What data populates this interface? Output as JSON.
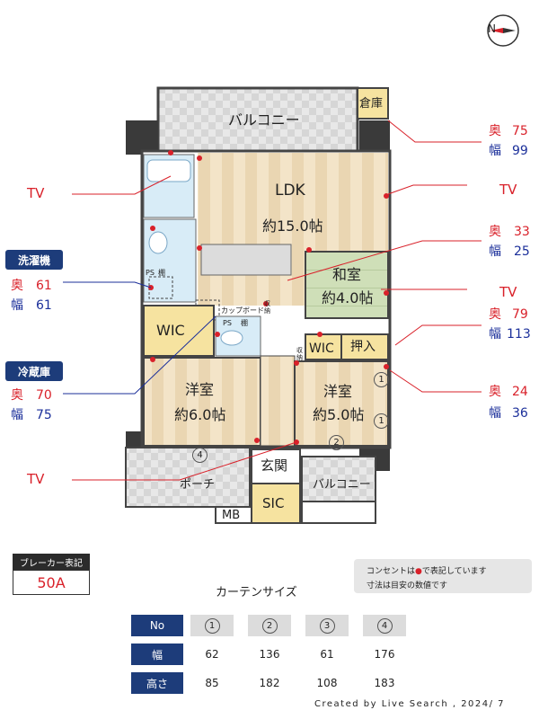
{
  "compass": {
    "letter": "N"
  },
  "rooms": {
    "balcony_top": "バルコニー",
    "storage": "倉庫",
    "ldk_name": "LDK",
    "ldk_size": "約15.0帖",
    "washitsu_name": "和室",
    "washitsu_size": "約4.0帖",
    "wic1": "WIC",
    "wic2": "WIC",
    "oshiire": "押入",
    "youshitsu1_name": "洋室",
    "youshitsu1_size": "約6.0帖",
    "youshitsu2_name": "洋室",
    "youshitsu2_size": "約5.0帖",
    "genkan": "玄関",
    "porch": "ポーチ",
    "balcony_bottom": "バルコニー",
    "sic": "SIC",
    "mb": "MB",
    "cupboard": "カップボード",
    "ps1": "PS",
    "ps2": "PS",
    "shelf1": "棚",
    "shelf2": "棚",
    "shuno1": "収納",
    "shuno2": "収納"
  },
  "window_numbers": {
    "w1a": "1",
    "w1b": "1",
    "w2": "2",
    "w4": "4"
  },
  "tv_labels": {
    "left1": "TV",
    "left2": "TV",
    "right1": "TV",
    "right2": "TV"
  },
  "appliances": {
    "washer": {
      "title": "洗濯機",
      "depth_label": "奥",
      "depth": "61",
      "width_label": "幅",
      "width": "61"
    },
    "fridge": {
      "title": "冷蔵庫",
      "depth_label": "奥",
      "depth": "70",
      "width_label": "幅",
      "width": "75"
    }
  },
  "right_dims": [
    {
      "depth_label": "奥",
      "depth": "75",
      "width_label": "幅",
      "width": "99"
    },
    {
      "depth_label": "奥",
      "depth": "33",
      "width_label": "幅",
      "width": "25"
    },
    {
      "depth_label": "奥",
      "depth": "79",
      "width_label": "幅",
      "width": "113"
    },
    {
      "depth_label": "奥",
      "depth": "24",
      "width_label": "幅",
      "width": "36"
    }
  ],
  "breaker": {
    "title": "ブレーカー表記",
    "value": "50A"
  },
  "notes": {
    "line1": "コンセントは",
    "line1_tail": "で表記しています",
    "line2": "寸法は目安の数値です"
  },
  "curtain": {
    "title": "カーテンサイズ",
    "header_label": "No",
    "numbers": [
      "1",
      "2",
      "3",
      "4"
    ],
    "width_label": "幅",
    "widths": [
      "62",
      "136",
      "61",
      "176"
    ],
    "height_label": "高さ",
    "heights": [
      "85",
      "182",
      "108",
      "183"
    ]
  },
  "credit": "Created by Live Search , 2024/ 7",
  "colors": {
    "accent_red": "#d9212a",
    "accent_blue": "#1b2f9a",
    "header_navy": "#1d3c7a",
    "floor_wood": "#f2e3c6",
    "tatami": "#cfe0b9",
    "wic_yellow": "#f6e3a0",
    "bath_blue": "#d8ecf7"
  }
}
